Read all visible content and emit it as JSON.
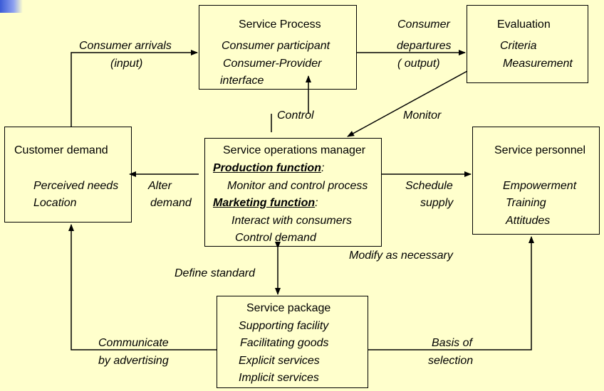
{
  "boxes": {
    "service_process": {
      "title": "Service Process",
      "line1": "Consumer participant",
      "line2": "Consumer-Provider",
      "line3": "interface"
    },
    "evaluation": {
      "title": "Evaluation",
      "line1": "Criteria",
      "line2": "Measurement"
    },
    "customer_demand": {
      "title": "Customer demand",
      "line1": "Perceived needs",
      "line2": "Location"
    },
    "operations_manager": {
      "title": "Service operations manager",
      "production_label": "Production function",
      "production_colon": ":",
      "production_item": "Monitor and control process",
      "marketing_label": "Marketing function",
      "marketing_colon": ":",
      "marketing_item1": "Interact with consumers",
      "marketing_item2": "Control demand"
    },
    "service_personnel": {
      "title": "Service personnel",
      "line1": "Empowerment",
      "line2": "Training",
      "line3": "Attitudes"
    },
    "service_package": {
      "title": "Service package",
      "line1": "Supporting facility",
      "line2": "Facilitating goods",
      "line3": "Explicit services",
      "line4": "Implicit services"
    }
  },
  "labels": {
    "arrivals1": "Consumer  arrivals",
    "arrivals2": "(input)",
    "departures1": "Consumer",
    "departures2": "departures",
    "departures3": "( output)",
    "control": "Control",
    "monitor": "Monitor",
    "alter1": "Alter",
    "alter2": "demand",
    "schedule1": "Schedule",
    "schedule2": "supply",
    "modify": "Modify as necessary",
    "define": "Define standard",
    "communicate1": "Communicate",
    "communicate2": "by advertising",
    "basis1": "Basis of",
    "basis2": "selection"
  }
}
